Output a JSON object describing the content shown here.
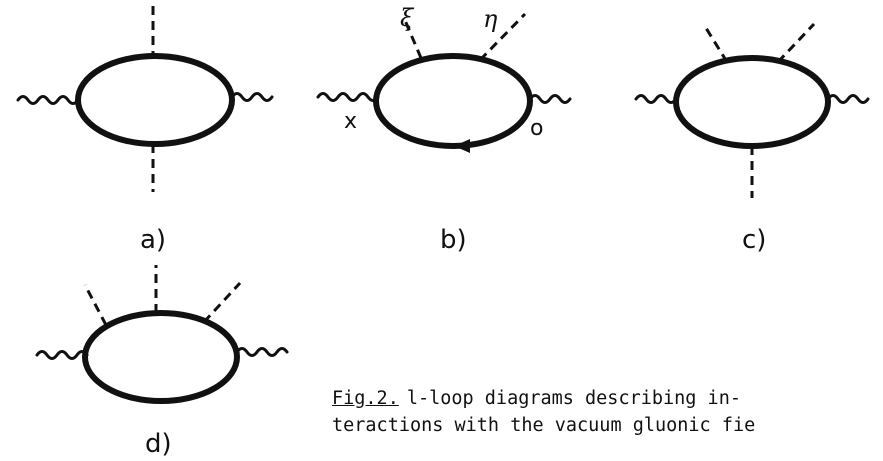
{
  "figure": {
    "panels": [
      {
        "label": "a)"
      },
      {
        "label": "b)",
        "vertex_labels": [
          "x",
          "o"
        ],
        "external_labels": [
          "ξ",
          "η"
        ]
      },
      {
        "label": "c)"
      },
      {
        "label": "d)"
      }
    ],
    "caption": {
      "figure_label": "Fig.2.",
      "line1": "l-loop diagrams describing in-",
      "line2": "teractions with the vacuum gluonic fie"
    }
  }
}
